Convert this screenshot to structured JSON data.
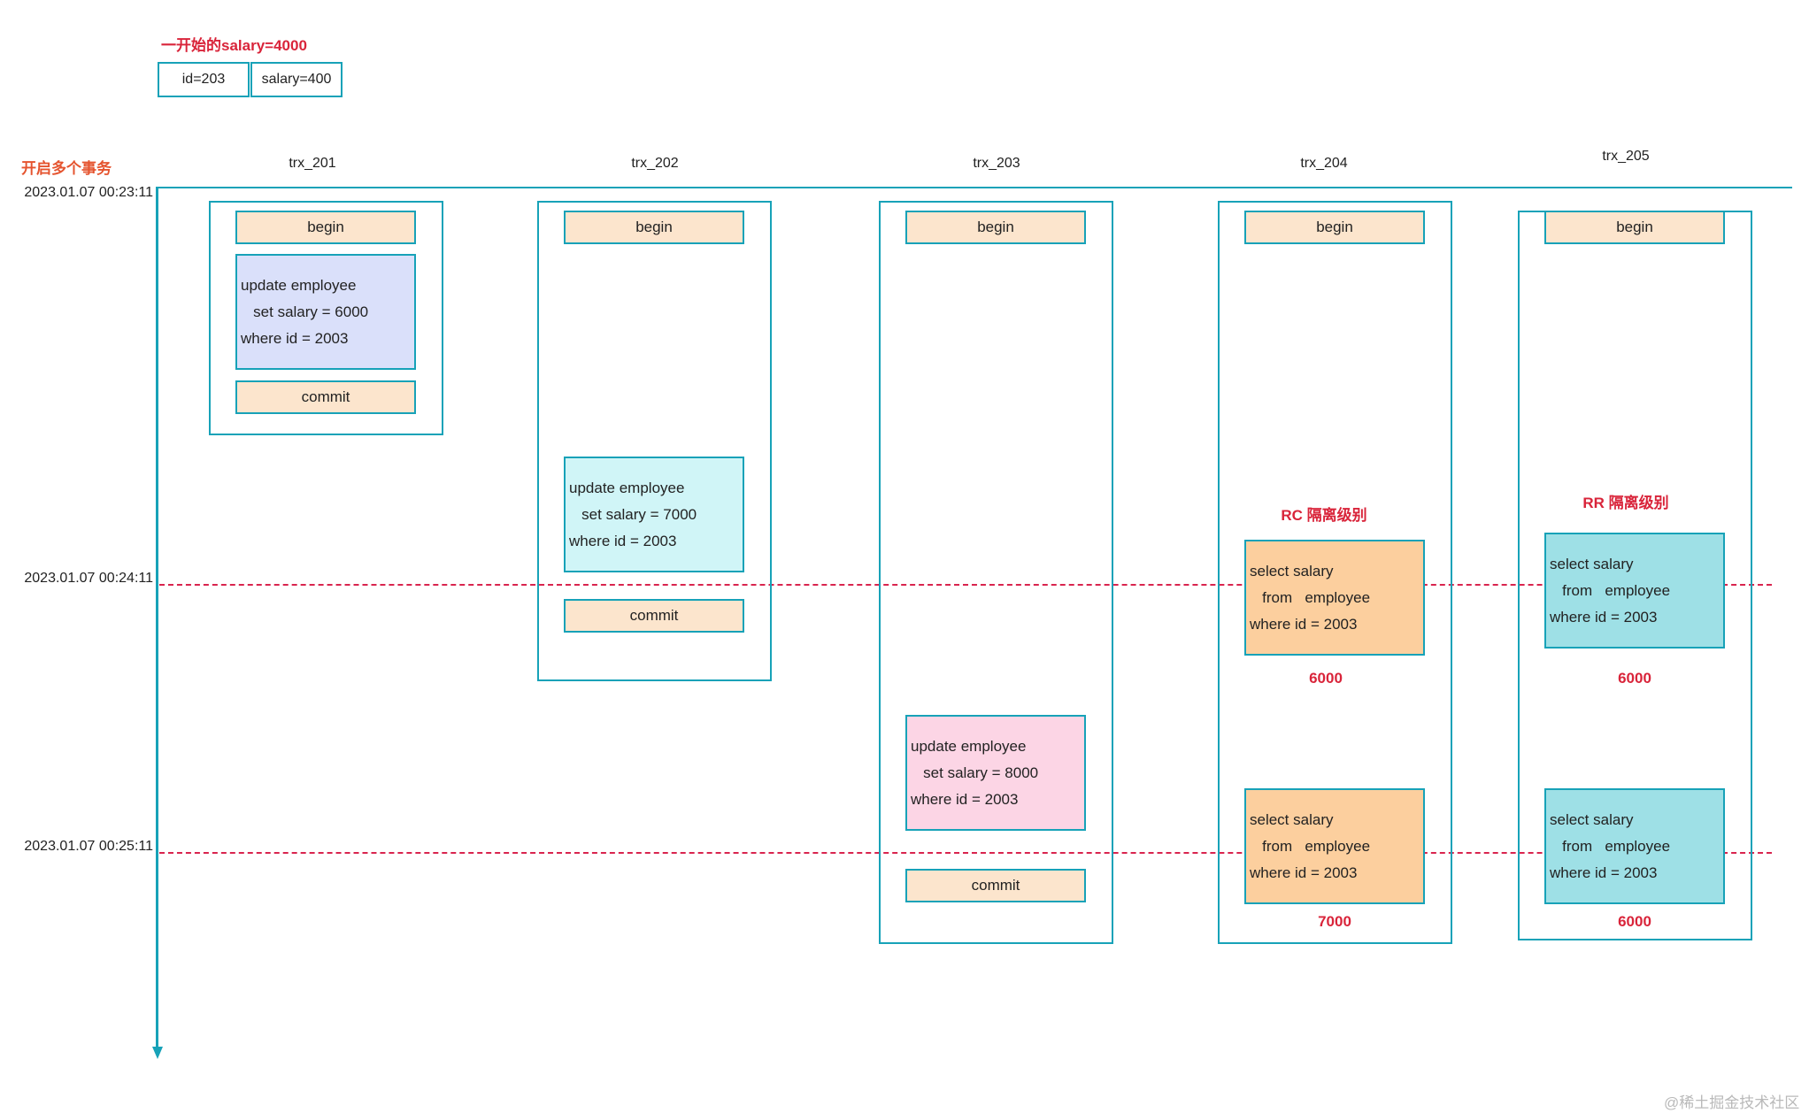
{
  "initial": {
    "title": "一开始的salary=4000",
    "cells": [
      "id=203",
      "salary=400"
    ]
  },
  "timeline_title": "开启多个事务",
  "trx_labels": [
    "trx_201",
    "trx_202",
    "trx_203",
    "trx_204",
    "trx_205"
  ],
  "times": [
    "2023.01.07 00:23:11",
    "2023.01.07 00:24:11",
    "2023.01.07 00:25:11"
  ],
  "ops": {
    "begin": "begin",
    "commit": "commit"
  },
  "trx_201": {
    "update": [
      "update employee",
      "   set salary = 6000",
      "where id = 2003"
    ]
  },
  "trx_202": {
    "update": [
      "update employee",
      "   set salary = 7000",
      "where id = 2003"
    ]
  },
  "trx_203": {
    "update": [
      "update employee",
      "   set salary = 8000",
      "where id = 2003"
    ]
  },
  "trx_204": {
    "isolation": "RC 隔离级别",
    "select": [
      "select salary",
      "   from   employee",
      "where id = 2003"
    ],
    "results": [
      "6000",
      "7000"
    ]
  },
  "trx_205": {
    "isolation": "RR 隔离级别",
    "select": [
      "select salary",
      "   from   employee",
      "where id = 2003"
    ],
    "results": [
      "6000",
      "6000"
    ]
  },
  "watermark": "@稀土掘金技术社区",
  "colors": {
    "axis": "#17a2b8",
    "dashed": "#d9244e",
    "accent_red": "#d9243a",
    "op_bg": "#fce5cd"
  }
}
